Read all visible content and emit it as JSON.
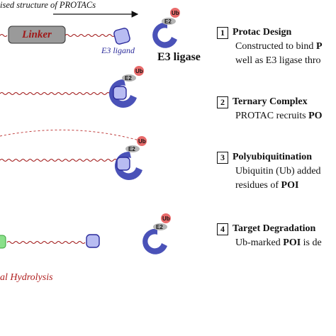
{
  "figure": {
    "caption_top": "ised structure of PROTACs",
    "linker_label": "Linker",
    "e3_ligand_label": "E3 ligand",
    "e3_ligase_label": "E3 ligase",
    "hydrolysis_label": "al Hydrolysis",
    "ub_label": "Ub",
    "e2_label": "E2"
  },
  "steps": [
    {
      "number": "1",
      "title": "Protac Design",
      "lines": [
        {
          "text": "Constructed to bind ",
          "bold": "P"
        },
        {
          "text": "well as E3 ligase thro",
          "bold": ""
        }
      ]
    },
    {
      "number": "2",
      "title": "Ternary Complex",
      "lines": [
        {
          "text": "PROTAC recruits ",
          "bold": "PO"
        }
      ]
    },
    {
      "number": "3",
      "title": "Polyubiquitination",
      "lines": [
        {
          "text": "Ubiquitin (Ub) added",
          "bold": ""
        },
        {
          "text": "residues of ",
          "bold": "POI"
        }
      ]
    },
    {
      "number": "4",
      "title": "Target Degradation",
      "lines": [
        {
          "text": "Ub-marked ",
          "bold": "POI",
          "after": " is de"
        }
      ]
    }
  ],
  "colors": {
    "ligase_blue": "#4a52b8",
    "ligand_blue": "#b8bcf2",
    "ub_red": "#e86a6a",
    "e2_gray": "#b4b4b4",
    "linker_red": "#a01818",
    "target_green": "#8ae08a"
  }
}
